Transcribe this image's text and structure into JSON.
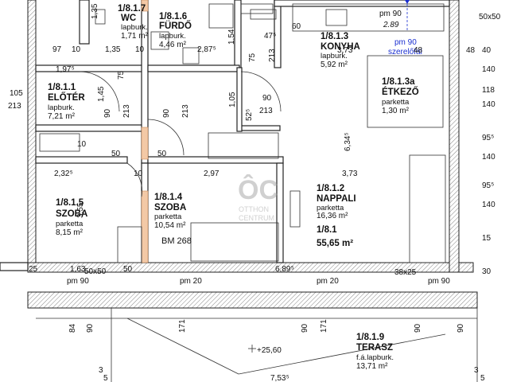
{
  "rooms": {
    "wc": {
      "code": "1/8.1.7",
      "name": "WC",
      "floor": "lapburk.",
      "area": "1,71 m²"
    },
    "furdo": {
      "code": "1/8.1.6",
      "name": "FÜRDŐ",
      "floor": "lapburk.",
      "area": "4,46 m²"
    },
    "konyha": {
      "code": "1/8.1.3",
      "name": "KONYHA",
      "floor": "lapburk.",
      "area": "5,92 m²"
    },
    "eloter": {
      "code": "1/8.1.1",
      "name": "ELŐTÉR",
      "floor": "lapburk.",
      "area": "7,21 m²"
    },
    "etkezo": {
      "code": "1/8.1.3a",
      "name": "ÉTKEZŐ",
      "floor": "parketta",
      "area": "1,30 m²"
    },
    "szoba5": {
      "code": "1/8.1.5",
      "name": "SZOBA",
      "floor": "parketta",
      "area": "8,15 m²"
    },
    "szoba4": {
      "code": "1/8.1.4",
      "name": "SZOBA",
      "floor": "parketta",
      "area": "10,54 m²"
    },
    "nappali": {
      "code": "1/8.1.2",
      "name": "NAPPALI",
      "floor": "parketta",
      "area": "16,36 m²"
    },
    "terasz": {
      "code": "1/8.1.9",
      "name": "TERASZ",
      "floor": "f.á.lapburk.",
      "area": "13,71 m²"
    }
  },
  "total": {
    "code": "1/8.1",
    "area": "55,65 m²"
  },
  "note_bm": "BM 268",
  "pm_note": {
    "line1": "pm 90",
    "line2": "szerelőfal"
  },
  "pm_top": {
    "label": "pm 90",
    "value": "2.89"
  },
  "level": "+25,60",
  "logo": {
    "mark": "ÔC",
    "line1": "OTTHON",
    "line2": "CENTRUM"
  },
  "dims": {
    "d1_35": "1,35",
    "d1_35b": "1,35",
    "d1_45": "1,45",
    "d1_05": "1,05",
    "d1_54": "1,54",
    "d1_63": "1,63",
    "d1_97": "1,97⁵",
    "d2_32": "2,32⁵",
    "d2_87": "2,87⁵",
    "d2_97": "2,97",
    "d3_55": "3,55",
    "d3_73": "3,73",
    "d3_73b": "3,73",
    "d6_34": "6,34⁵",
    "d6_89": "6,89⁵",
    "d7_53": "7,53⁵",
    "d10": "10",
    "d15": "15",
    "d25": "25",
    "d30": "30",
    "d40": "40",
    "d47": "47⁵",
    "d48": "48",
    "d50": "50",
    "d52": "52⁵",
    "d60": "60",
    "d75": "75",
    "d84": "84",
    "d90": "90",
    "d95": "95⁵",
    "d97": "97",
    "d97b": "97⁵",
    "d105": "105",
    "d118": "118",
    "d140": "140",
    "d171": "171",
    "d213": "213",
    "d50x50": "50x50",
    "d38x25": "38x25",
    "pm20": "pm 20",
    "pm90": "pm 90",
    "d3": "3",
    "d5": "5"
  }
}
